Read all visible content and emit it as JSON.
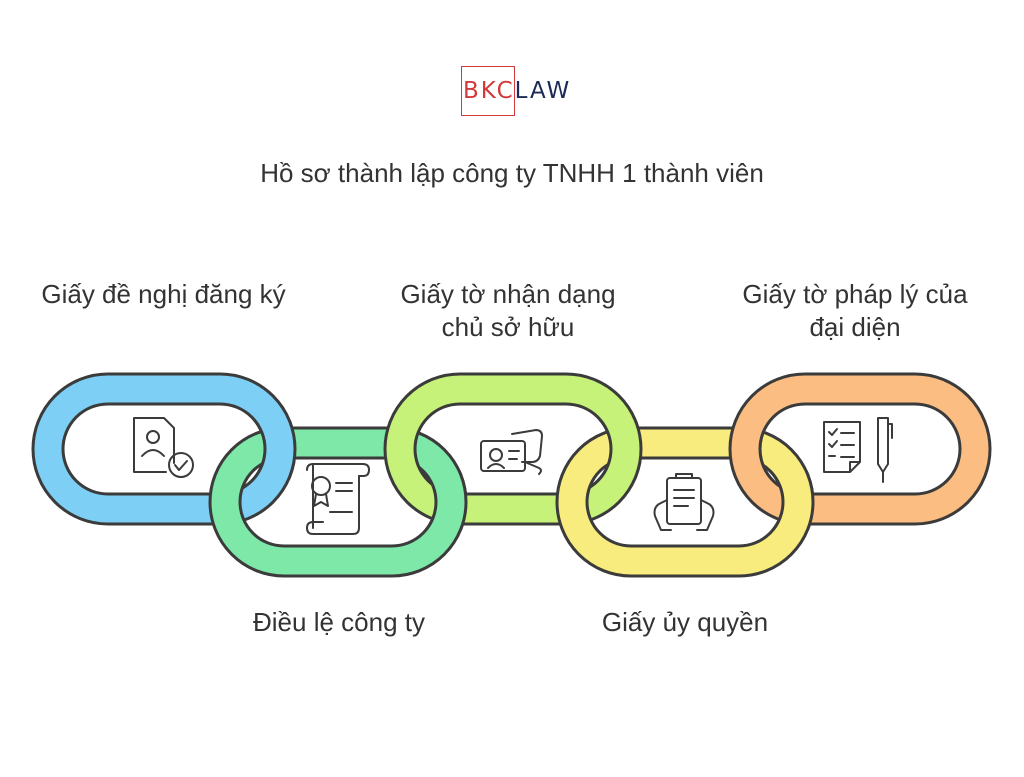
{
  "logo": {
    "part1": "BKC",
    "part2": "LAW"
  },
  "title": "Hồ sơ thành lập công ty TNHH 1 thành viên",
  "links": [
    {
      "label": "Giấy đề nghị đăng ký",
      "color": "#7dcff5",
      "icon": "person-document-check-icon"
    },
    {
      "label": "Điều lệ công ty",
      "color": "#7ee8a8",
      "icon": "certificate-scroll-icon"
    },
    {
      "label": "Giấy tờ nhận dạng chủ sở hữu",
      "color": "#c6f27a",
      "icon": "id-card-hand-icon"
    },
    {
      "label": "Giấy ủy quyền",
      "color": "#f9ec7e",
      "icon": "clipboard-hands-icon"
    },
    {
      "label": "Giấy tờ pháp lý của đại diện",
      "color": "#fbbd82",
      "icon": "checklist-pen-icon"
    }
  ],
  "colors": {
    "outline": "#3b3b3b",
    "logo_red": "#d2393a",
    "logo_navy": "#1c2a55"
  }
}
